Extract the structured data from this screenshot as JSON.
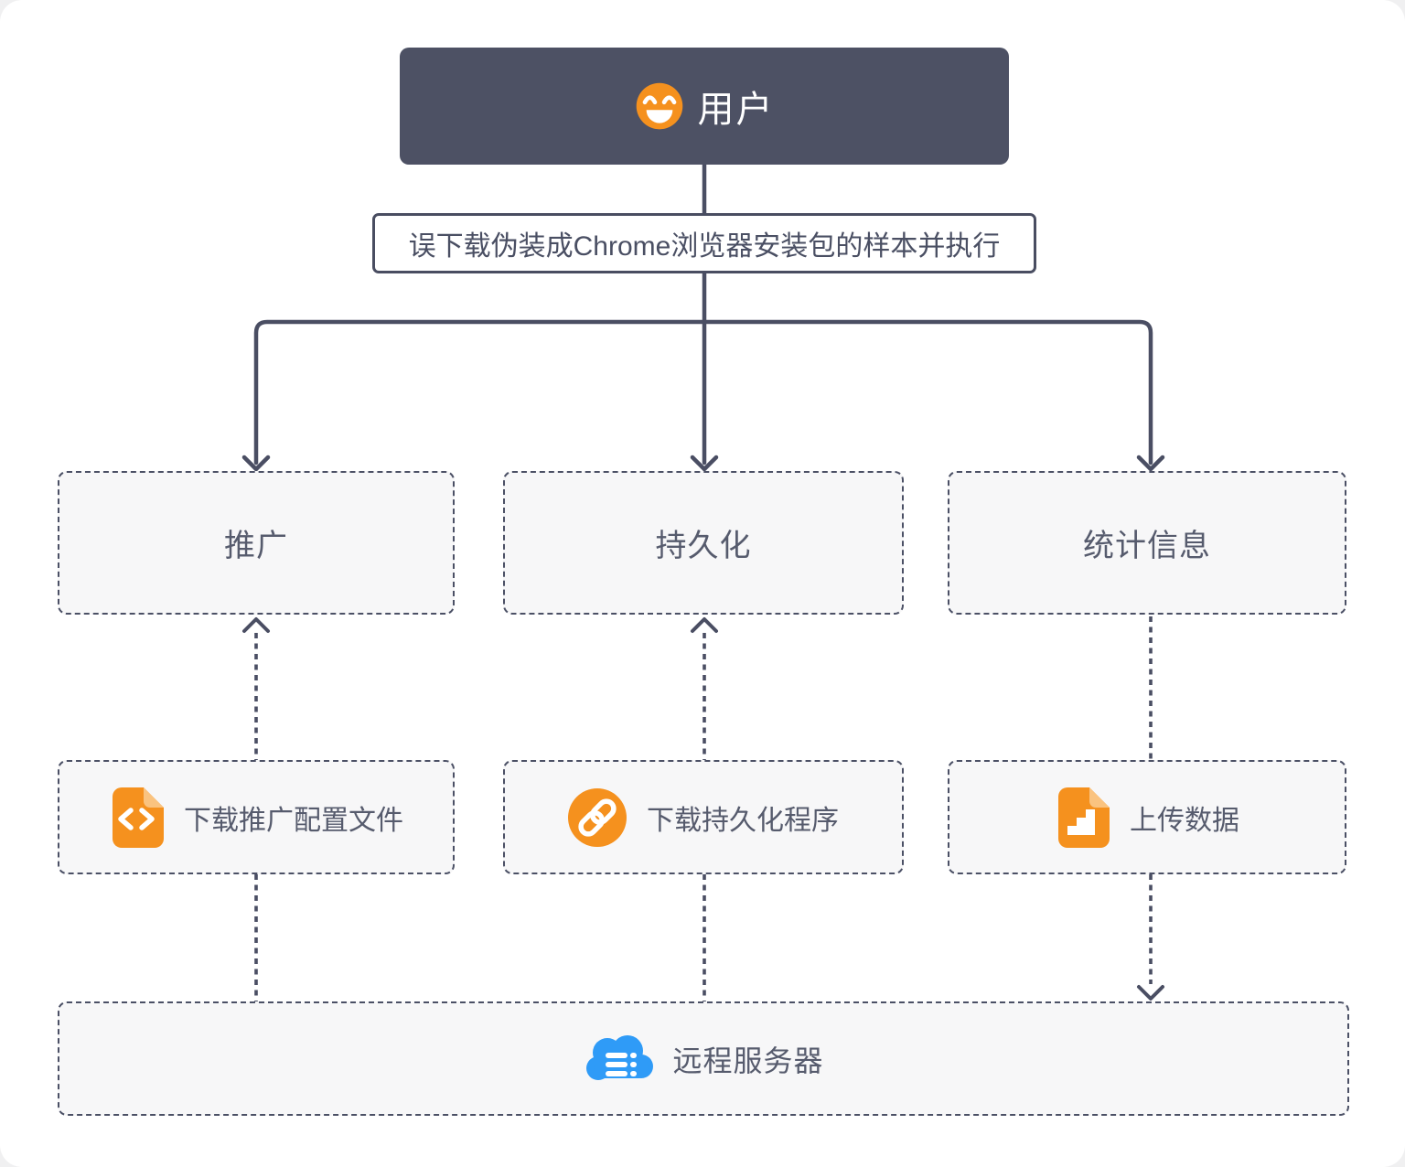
{
  "flowchart": {
    "user": {
      "label": "用户",
      "icon": "smiley-icon"
    },
    "action": {
      "label": "误下载伪装成Chrome浏览器安装包的样本并执行"
    },
    "categories": [
      {
        "label": "推广"
      },
      {
        "label": "持久化"
      },
      {
        "label": "统计信息"
      }
    ],
    "tasks": [
      {
        "label": "下载推广配置文件",
        "icon": "file-code-icon"
      },
      {
        "label": "下载持久化程序",
        "icon": "link-icon"
      },
      {
        "label": "上传数据",
        "icon": "file-chart-icon"
      }
    ],
    "server": {
      "label": "远程服务器",
      "icon": "cloud-server-icon"
    },
    "edges": [
      {
        "from": "user",
        "to": "action",
        "style": "solid",
        "arrow": "none"
      },
      {
        "from": "action",
        "to": "推广",
        "style": "solid",
        "arrow": "down"
      },
      {
        "from": "action",
        "to": "持久化",
        "style": "solid",
        "arrow": "down"
      },
      {
        "from": "action",
        "to": "统计信息",
        "style": "solid",
        "arrow": "down"
      },
      {
        "from": "下载推广配置文件",
        "to": "推广",
        "style": "dotted",
        "arrow": "up"
      },
      {
        "from": "下载持久化程序",
        "to": "持久化",
        "style": "dotted",
        "arrow": "up"
      },
      {
        "from": "统计信息",
        "to": "上传数据",
        "style": "dotted",
        "arrow": "none"
      },
      {
        "from": "远程服务器",
        "to": "下载推广配置文件",
        "style": "dotted",
        "arrow": "none"
      },
      {
        "from": "远程服务器",
        "to": "下载持久化程序",
        "style": "dotted",
        "arrow": "none"
      },
      {
        "from": "上传数据",
        "to": "远程服务器",
        "style": "dotted",
        "arrow": "down"
      }
    ]
  },
  "colors": {
    "node_dark": "#4d5164",
    "connector": "#4a4e63",
    "accent_orange": "#f5911e",
    "accent_orange_light": "#fac37f",
    "accent_blue": "#2f9bf7",
    "dashed_box_fill": "#f7f7f8",
    "dashed_border": "#4b5065",
    "text_gray": "#565b6d",
    "text_dark": "#4a4f63"
  }
}
